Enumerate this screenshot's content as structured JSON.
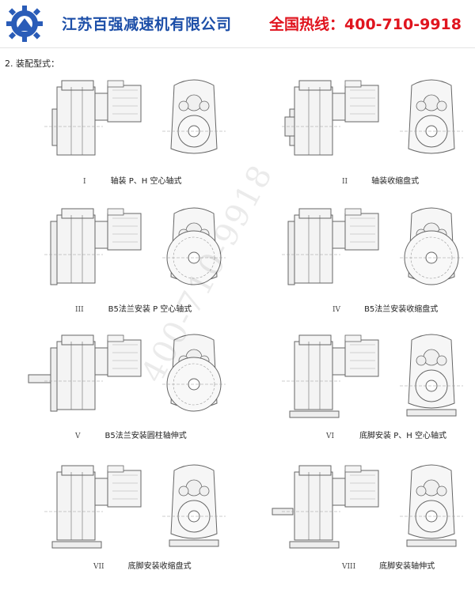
{
  "header": {
    "company": "江苏百强减速机有限公司",
    "hotline": "全国热线：400-710-9918",
    "brand_color": "#1d4fa8",
    "hotline_color": "#e0141e"
  },
  "section_title": "2. 装配型式：",
  "figures": [
    {
      "num": "I",
      "label": "轴装 P、H 空心轴式"
    },
    {
      "num": "II",
      "label": "轴装收缩盘式"
    },
    {
      "num": "III",
      "label": "B5法兰安装 P 空心轴式"
    },
    {
      "num": "IV",
      "label": "B5法兰安装收缩盘式"
    },
    {
      "num": "V",
      "label": "B5法兰安装圆柱轴伸式"
    },
    {
      "num": "VI",
      "label": "底脚安装 P、H 空心轴式"
    },
    {
      "num": "VII",
      "label": "底脚安装收缩盘式"
    },
    {
      "num": "VIII",
      "label": "底脚安装轴伸式"
    }
  ],
  "watermark": "400-710-9918"
}
